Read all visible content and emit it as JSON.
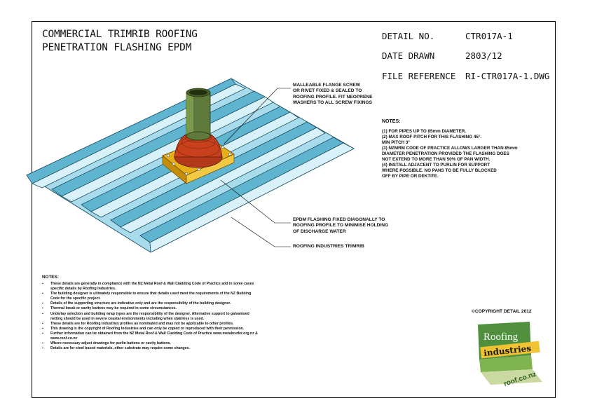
{
  "title": {
    "line1": "COMMERCIAL TRIMRIB ROOFING",
    "line2": "PENETRATION FLASHING EPDM"
  },
  "meta": {
    "detail_no_label": "DETAIL NO.",
    "detail_no_value": "CTR017A-1",
    "date_label": "DATE DRAWN",
    "date_value": "2803/12",
    "file_label": "FILE REFERENCE",
    "file_value": "RI-CTR017A-1.DWG"
  },
  "callouts": {
    "flange_line1": "MALLEABLE FLANGE SCREW",
    "flange_line2": "OR RIVET FIXED & SEALED TO",
    "flange_line3": "ROOFING PROFILE. FIT NEOPRENE",
    "flange_line4": "WASHERS TO ALL SCREW FIXINGS",
    "epdm_line1": "EPDM FLASHING FIXED DIAGONALLY TO",
    "epdm_line2": "ROOFING PROFILE TO MINIMISE HOLDING",
    "epdm_line3": "OF DISCHARGE WATER",
    "profile": "ROOFING INDUSTRIES TRIMRIB"
  },
  "notes": {
    "title": "NOTES:",
    "items": [
      "(1) FOR PIPES UP TO 85mm DIAMETER.",
      "(2) MAX ROOF PITCH FOR THIS FLASHING 45°.",
      "      MIN PITCH 3°",
      "(3) NZMRM CODE OF PRACTICE ALLOWS LARGER THAN 85mm",
      "      DIAMETER PENETRATION PROVIDED THE FLASHING DOES",
      "      NOT EXTEND TO MORE THAN 50% OF PAN WIDTH.",
      "(4) INSTALL ADJACENT TO PURLIN FOR SUPPORT",
      "      WHERE POSSIBLE. NO PANS TO BE FULLY BLOCKED",
      "      OFF BY PIPE OR DEKTITE."
    ]
  },
  "general_notes": {
    "title": "NOTES:",
    "items": [
      "These details are generally in compliance with the NZ Metal Roof & Wall Cladding Code of Practice and in some cases specific details by Roofing Industries.",
      "The building designer is ultimately responsible to ensure that details used meet the requirements of the NZ Building Code for the specific project.",
      "Details of the supporting structure are indicative only and are the responsibility of the building designer.",
      "Thermal break or cavity battens may be required in some circumstances.",
      "Underlay selection and building wrap types are the responsibility of the designer. Alternative support to galvanised netting should be used in severe coastal environments including when stainless is used.",
      "These details are for Roofing Industries profiles as nominated and may not be applicable to other profiles.",
      "This drawing is the copyright of Roofing Industries and can only be copied or reproduced with their permission.",
      "Further information can be obtained from the NZ Metal Roof & Wall Cladding Code of Practice www.metalroofer.org.nz &  www.roof.co.nz",
      "Where necessary adjust drawings for purlin battens or cavity battens.",
      "Details are for steel based materials, other substrate may require some changes."
    ]
  },
  "copyright": "©COPYRIGHT DETAIL 2012",
  "logo": {
    "word1": "Roofing",
    "word2": "industries",
    "url": "roof.co.nz"
  },
  "colors": {
    "roof_blue": "#8fd3e6",
    "roof_dark": "#3a8fb0",
    "pipe_green": "#5f7a3a",
    "epdm_red": "#c8401c",
    "flange_yellow": "#e8b018"
  }
}
